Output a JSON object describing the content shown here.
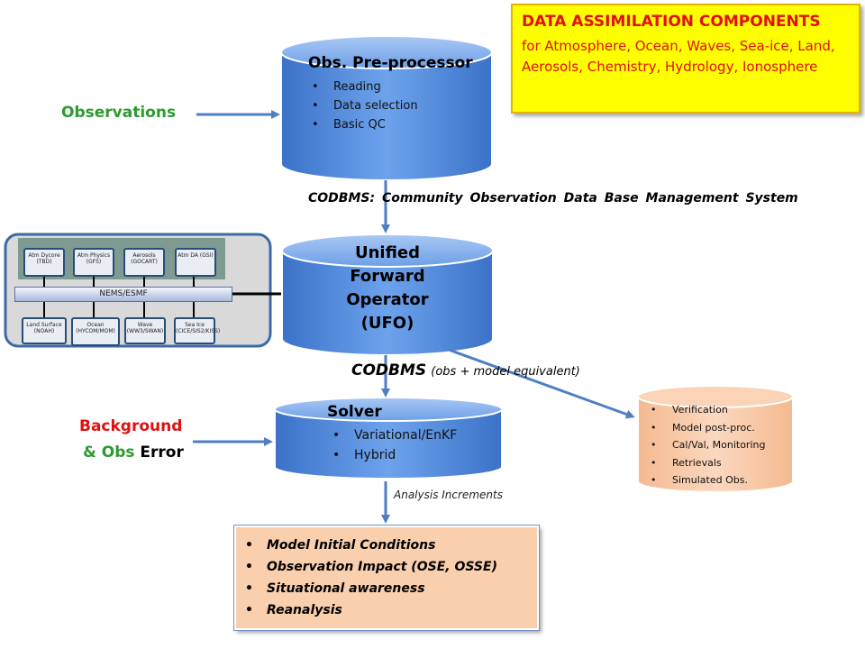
{
  "title_box": {
    "heading": "DATA ASSIMILATION COMPONENTS",
    "body": "for Atmosphere, Ocean, Waves, Sea-ice, Land, Aerosols, Chemistry, Hydrology, Ionosphere"
  },
  "preprocessor": {
    "title": "Obs. Pre-processor",
    "items": [
      "Reading",
      "Data selection",
      "Basic QC"
    ]
  },
  "observations_label": "Observations",
  "codbms_caption": "CODBMS: Community Observation Data Base Management System",
  "ufo": {
    "title_lines": [
      "Unified",
      "Forward",
      "Operator",
      "(UFO)"
    ]
  },
  "codbms2": {
    "label": "CODBMS",
    "detail": "(obs + model equivalent)"
  },
  "solver": {
    "title": "Solver",
    "items": [
      "Variational/EnKF",
      "Hybrid"
    ]
  },
  "background": {
    "line1": "Background",
    "amp": "&",
    "obs": "Obs",
    "error": "Error"
  },
  "analysis_increments": "Analysis Increments",
  "verification": {
    "items": [
      "Verification",
      "Model post-proc.",
      "Cal/Val, Monitoring",
      "Retrievals",
      "Simulated Obs."
    ]
  },
  "outputs": {
    "items": [
      "Model Initial Conditions",
      "Observation Impact (OSE, OSSE)",
      "Situational awareness",
      "Reanalysis"
    ]
  },
  "nems": {
    "bus_label": "NEMS/ESMF",
    "top_components": [
      "Atm Dycore (TBD)",
      "Atm Physics (GFS)",
      "Aerosols (GOCART)",
      "Atm DA (GSI)"
    ],
    "bottom_components": [
      "Land Surface (NOAH)",
      "Ocean (HYCOM/MOM)",
      "Wave (WW3/SWAN)",
      "Sea Ice (CICE/SIS2/KISS)"
    ]
  },
  "colors": {
    "cylinder_blue": "#4f86d6",
    "arrow": "#4f7fc3",
    "title_red": "#e01010",
    "green": "#2e9a2e",
    "yellow": "#ffff00",
    "peach": "#f9cfae"
  }
}
